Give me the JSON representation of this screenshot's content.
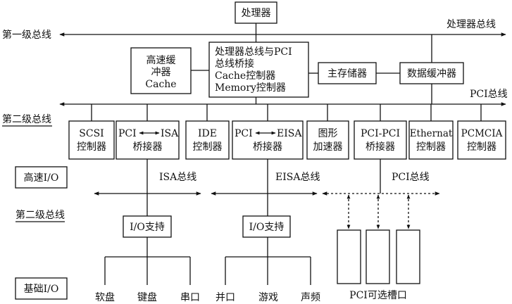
{
  "labels": {
    "cpu": "处理器",
    "cpu_bus": "处理器总线",
    "level1_bus": "第一级总线",
    "bridge": [
      "处理器总线与PCI",
      "总线桥接",
      "Cache控制器",
      "Memory控制器"
    ],
    "cache": [
      "高速缓",
      "冲器",
      "Cache"
    ],
    "main_memory": "主存储器",
    "data_buffer": "数据缓冲器",
    "pci_bus": "PCI总线",
    "level2_bus_a": "第二级总线",
    "scsi": [
      "SCSI",
      "控制器"
    ],
    "pci_isa": [
      "PCI",
      "ISA",
      "桥接器"
    ],
    "ide": [
      "IDE",
      "控制器"
    ],
    "pci_eisa": [
      "PCI",
      "EISA",
      "桥接器"
    ],
    "graphics": [
      "图形",
      "加速器"
    ],
    "pci_pci": [
      "PCI-PCI",
      "桥接器"
    ],
    "ethernet": [
      "Ethernat",
      "控制器"
    ],
    "pcmcia": [
      "PCMCIA",
      "控制器"
    ],
    "high_speed_io": "高速I/O",
    "isa_bus": "ISA总线",
    "eisa_bus": "EISA总线",
    "pci_bus_2": "PCI总线",
    "level2_bus_b": "第二级总线",
    "io_support_1": "I/O支持",
    "io_support_2": "I/O支持",
    "basic_io": "基础I/O",
    "floppy": "软盘",
    "keyboard": "键盘",
    "serial": "串口",
    "parallel": "并口",
    "game": "游戏",
    "audio": "声频",
    "pci_slots": "PCI可选槽口"
  }
}
